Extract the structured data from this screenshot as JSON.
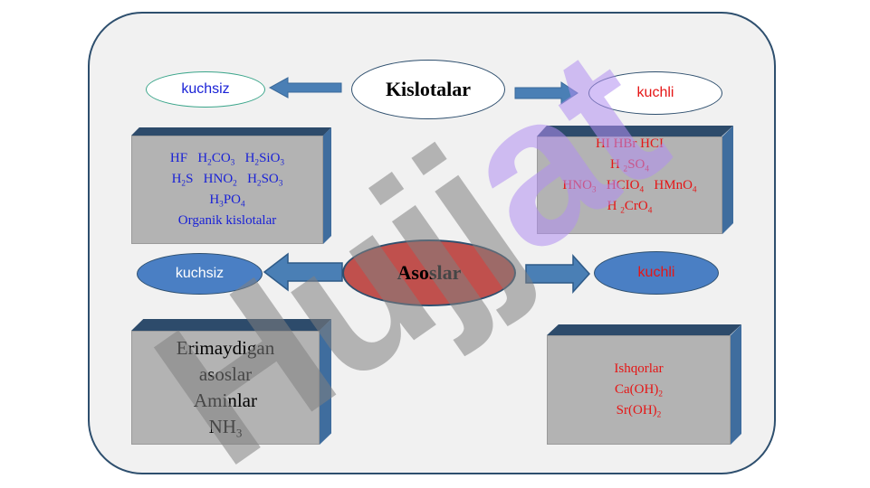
{
  "acids": {
    "title": "Kislotalar",
    "weak_label": "kuchsiz",
    "strong_label": "kuchli",
    "weak_list": [
      "HF   H₂CO₃   H₂SiO₃",
      "H₂S   HNO₂   H₂SO₃",
      "H₃PO₄",
      "Organik kislotalar"
    ],
    "strong_list": [
      "HI    HBr   HCI",
      "H ₂SO₄",
      "HNO₃    HCIO₄    HMnO₄",
      "H ₂CrO₄"
    ]
  },
  "bases": {
    "title": "Asoslar",
    "weak_label": "kuchsiz",
    "strong_label": "kuchli",
    "weak_list": [
      "Erimaydigan",
      "asoslar",
      "Aminlar",
      "NH₃"
    ],
    "strong_list": [
      "Ishqorlar",
      "Ca(OH)₂",
      "Sr(OH)₂"
    ]
  },
  "watermark": {
    "text": "Hujjat",
    "colors": {
      "dark": "#808080",
      "light": "#b18ef0"
    }
  },
  "colors": {
    "frame_border": "#2e4f6e",
    "arrow": "#4a7fb5",
    "acid_weak_text": "#1a22d6",
    "acid_strong_text": "#e51616",
    "base_oval": "#c0504d",
    "base_small_oval": "#4a7fc4"
  }
}
